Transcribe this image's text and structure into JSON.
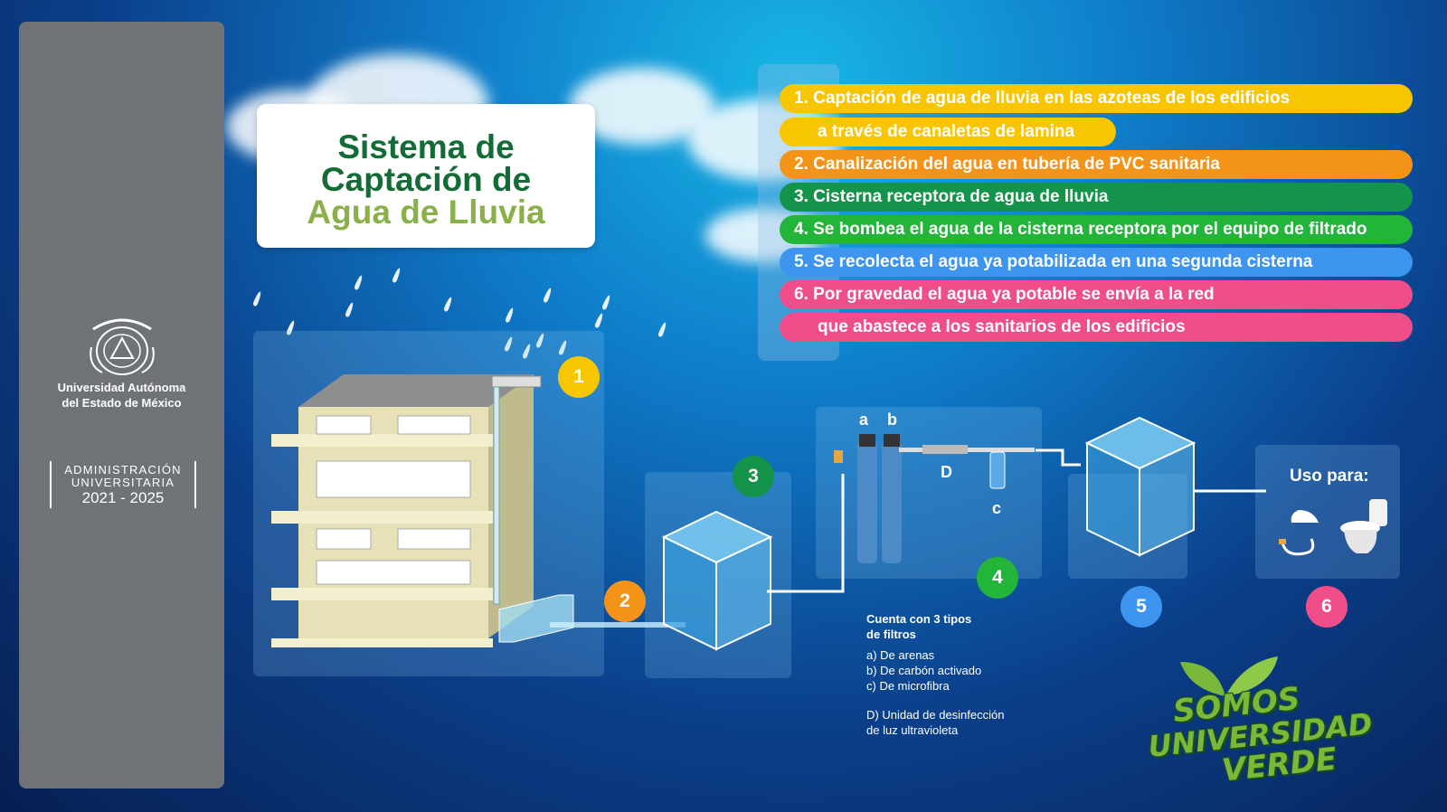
{
  "sidebar": {
    "university_line1": "Universidad Autónoma",
    "university_line2": "del Estado de México",
    "admin_line1": "ADMINISTRACIÓN",
    "admin_line2": "UNIVERSITARIA",
    "admin_years": "2021 - 2025"
  },
  "title": {
    "line1": "Sistema de",
    "line2": "Captación de",
    "line3": "Agua de Lluvia"
  },
  "steps": [
    {
      "text": "1. Captación de agua de lluvia en las azoteas de los edificios",
      "color": "#f7c600"
    },
    {
      "text": "a través de canaletas de lamina",
      "color": "#f7c600"
    },
    {
      "text": "2. Canalización del agua en tubería de PVC sanitaria",
      "color": "#f39418"
    },
    {
      "text": "3. Cisterna receptora de agua de lluvia",
      "color": "#14944a"
    },
    {
      "text": "4. Se bombea el agua de la cisterna receptora por el equipo de filtrado",
      "color": "#22b53a"
    },
    {
      "text": "5. Se recolecta el agua ya potabilizada en una segunda cisterna",
      "color": "#3d95f0"
    },
    {
      "text": "6. Por gravedad el agua ya potable se envía a la red",
      "color": "#ef4e8b"
    },
    {
      "text": "que abastece a los sanitarios de los edificios",
      "color": "#ef4e8b"
    }
  ],
  "badges": [
    {
      "label": "1",
      "color": "#f7c600"
    },
    {
      "label": "2",
      "color": "#f39418"
    },
    {
      "label": "3",
      "color": "#14944a"
    },
    {
      "label": "4",
      "color": "#22b53a"
    },
    {
      "label": "5",
      "color": "#3d95f0"
    },
    {
      "label": "6",
      "color": "#ef4e8b"
    }
  ],
  "filters": {
    "letter_a": "a",
    "letter_b": "b",
    "letter_c": "c",
    "letter_d": "D",
    "title_line1": "Cuenta con 3 tipos",
    "title_line2": "de filtros",
    "item_a": "a) De arenas",
    "item_b": "b) De carbón activado",
    "item_c": "c) De microfibra",
    "item_d1": "D) Unidad de desinfección",
    "item_d2": "de luz ultravioleta"
  },
  "usage": {
    "label": "Uso para:"
  },
  "logo": {
    "word1": "SOMOS",
    "word2": "UNIVERSIDAD",
    "word3": "VERDE"
  }
}
